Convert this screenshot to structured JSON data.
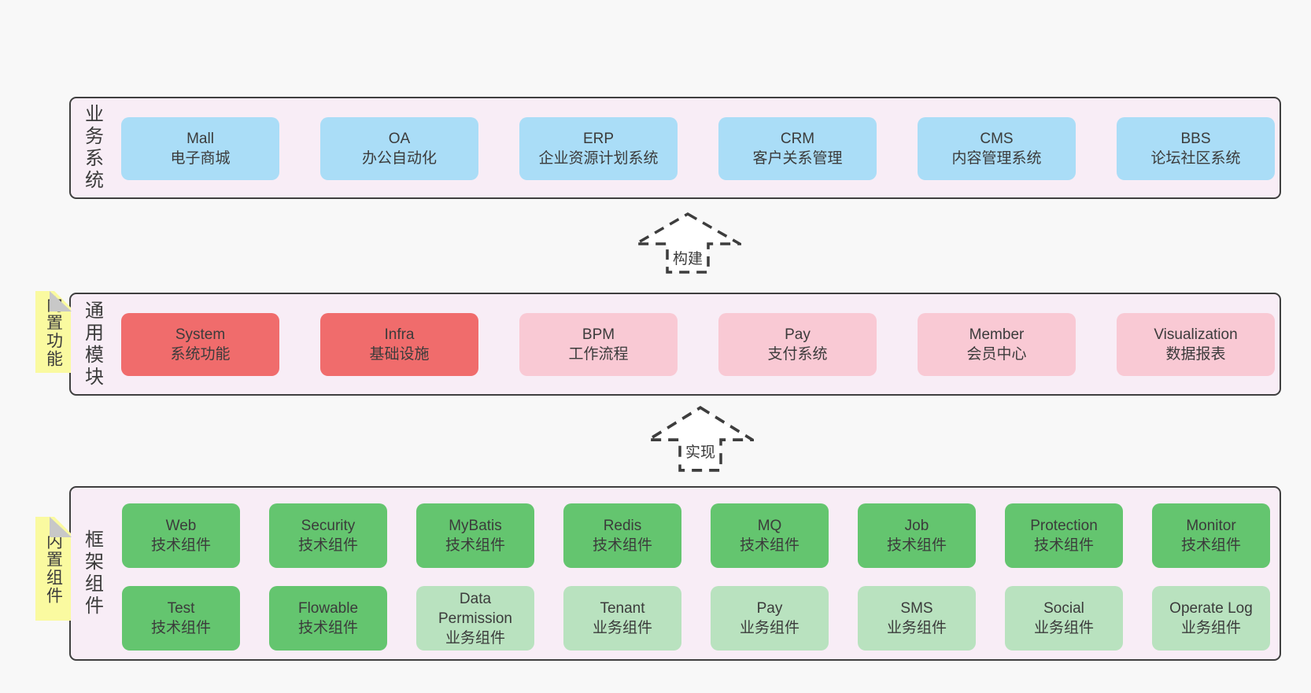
{
  "colors": {
    "pageBg": "#f8f8f8",
    "panelBg": "#f8edf6",
    "border": "#3f3f3f",
    "text": "#3b3b3b",
    "blue": "#aaddf7",
    "red": "#f06c6c",
    "pink": "#f9c9d4",
    "green": "#64c56f",
    "lightGreen": "#b9e2bf",
    "sticky": "#fafaa0",
    "fold": "#c8c8c8"
  },
  "sections": {
    "business": {
      "label": "业务系统",
      "boxes": [
        {
          "title": "Mall",
          "subtitle": "电子商城",
          "type": "blue"
        },
        {
          "title": "OA",
          "subtitle": "办公自动化",
          "type": "blue"
        },
        {
          "title": "ERP",
          "subtitle": "企业资源计划系统",
          "type": "blue"
        },
        {
          "title": "CRM",
          "subtitle": "客户关系管理",
          "type": "blue"
        },
        {
          "title": "CMS",
          "subtitle": "内容管理系统",
          "type": "blue"
        },
        {
          "title": "BBS",
          "subtitle": "论坛社区系统",
          "type": "blue"
        }
      ]
    },
    "modules": {
      "label": "通用模块",
      "sticky": "内置功能",
      "boxes": [
        {
          "title": "System",
          "subtitle": "系统功能",
          "type": "red"
        },
        {
          "title": "Infra",
          "subtitle": "基础设施",
          "type": "red"
        },
        {
          "title": "BPM",
          "subtitle": "工作流程",
          "type": "pink"
        },
        {
          "title": "Pay",
          "subtitle": "支付系统",
          "type": "pink"
        },
        {
          "title": "Member",
          "subtitle": "会员中心",
          "type": "pink"
        },
        {
          "title": "Visualization",
          "subtitle": "数据报表",
          "type": "pink"
        }
      ]
    },
    "components": {
      "label": "框架组件",
      "sticky": "内置组件",
      "rows": [
        [
          {
            "title": "Web",
            "subtitle": "技术组件",
            "type": "green"
          },
          {
            "title": "Security",
            "subtitle": "技术组件",
            "type": "green"
          },
          {
            "title": "MyBatis",
            "subtitle": "技术组件",
            "type": "green"
          },
          {
            "title": "Redis",
            "subtitle": "技术组件",
            "type": "green"
          },
          {
            "title": "MQ",
            "subtitle": "技术组件",
            "type": "green"
          },
          {
            "title": "Job",
            "subtitle": "技术组件",
            "type": "green"
          },
          {
            "title": "Protection",
            "subtitle": "技术组件",
            "type": "green"
          },
          {
            "title": "Monitor",
            "subtitle": "技术组件",
            "type": "green"
          }
        ],
        [
          {
            "title": "Test",
            "subtitle": "技术组件",
            "type": "green"
          },
          {
            "title": "Flowable",
            "subtitle": "技术组件",
            "type": "green"
          },
          {
            "title": "Data Permission",
            "subtitle": "业务组件",
            "type": "lightgreen"
          },
          {
            "title": "Tenant",
            "subtitle": "业务组件",
            "type": "lightgreen"
          },
          {
            "title": "Pay",
            "subtitle": "业务组件",
            "type": "lightgreen"
          },
          {
            "title": "SMS",
            "subtitle": "业务组件",
            "type": "lightgreen"
          },
          {
            "title": "Social",
            "subtitle": "业务组件",
            "type": "lightgreen"
          },
          {
            "title": "Operate Log",
            "subtitle": "业务组件",
            "type": "lightgreen"
          }
        ]
      ]
    }
  },
  "arrows": [
    {
      "label": "构建"
    },
    {
      "label": "实现"
    }
  ]
}
